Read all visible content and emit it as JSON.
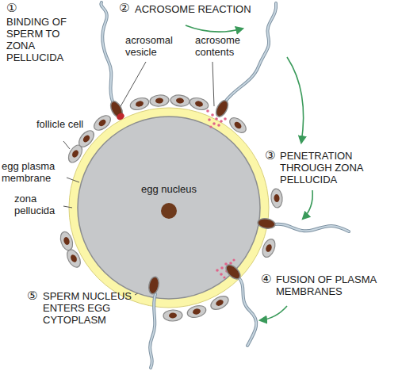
{
  "diagram": {
    "nodes": [
      {
        "text": [
          "egg nucleus"
        ]
      }
    ],
    "labels": [
      "①",
      "BINDING OF SPERM TO ZONA PELLUCIDA",
      "②",
      "ACROSOME REACTION",
      "acrosomal vesicle",
      "acrosome contents",
      "follicle cell",
      "egg plasma membrane",
      "zona pellucida",
      "③",
      "PENETRATION THROUGH ZONA PELLUCIDA",
      "④",
      "FUSION OF PLASMA MEMBRANES",
      "⑤",
      "SPERM NUCLEUS ENTERS EGG CYTOPLASM"
    ]
  }
}
